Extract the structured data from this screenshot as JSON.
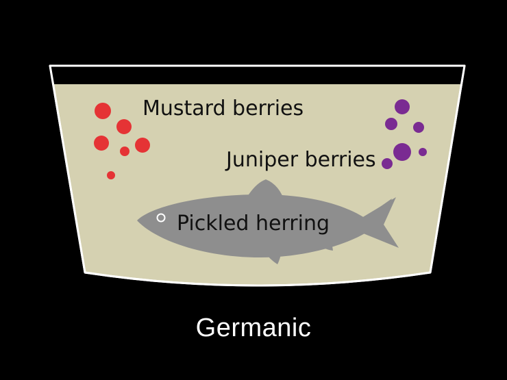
{
  "colors": {
    "background": "#000000",
    "container_fill": "#d5d1b1",
    "container_lid": "#000000",
    "container_outline": "#ffffff",
    "mustard_berry": "#e53335",
    "juniper_berry": "#7a2b92",
    "herring": "#8e8e8e",
    "text_dark": "#111111",
    "caption_text": "#ffffff"
  },
  "icons": {
    "container": "pickling-jar-icon",
    "fish": "herring-fish-icon",
    "mustard": "red-berry-icon",
    "juniper": "purple-berry-icon"
  },
  "labels": {
    "mustard": "Mustard berries",
    "juniper": "Juniper berries",
    "herring": "Pickled herring"
  },
  "caption": "Germanic"
}
